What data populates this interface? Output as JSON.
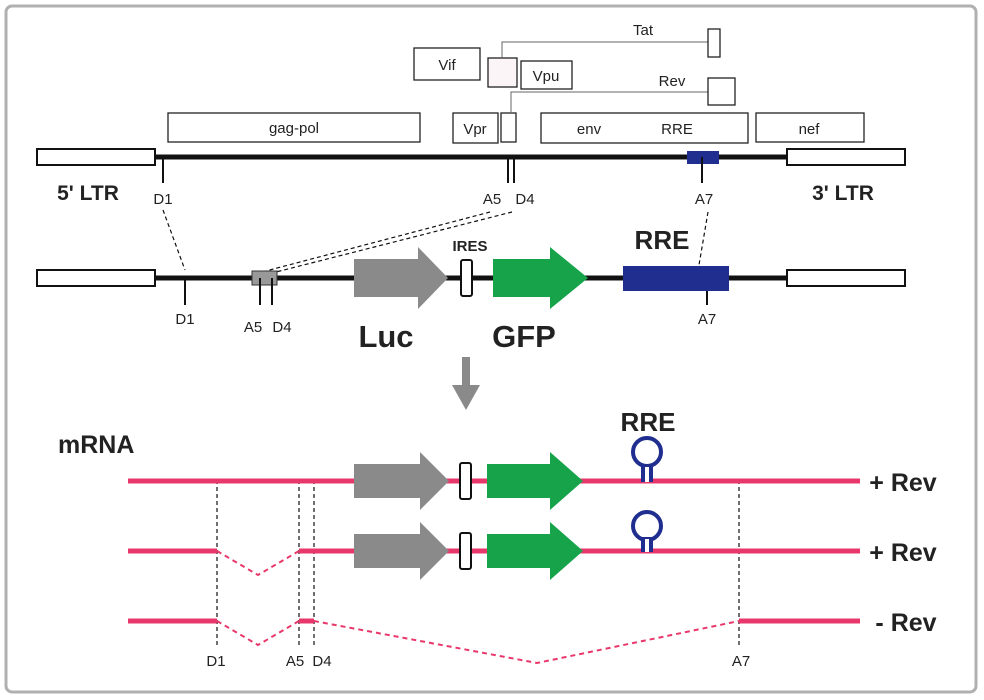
{
  "colors": {
    "mrna_line": "#e8386b",
    "rre_stem_loop": "#1f2e8f",
    "rre_box": "#1f2e8f",
    "luc_arrow": "#8a8a8a",
    "gfp_arrow": "#16a34a",
    "backbone": "#111111",
    "frame": "#b0b0b0"
  },
  "genome": {
    "ltr_left": "5' LTR",
    "ltr_right": "3' LTR",
    "genes": {
      "gag_pol": "gag-pol",
      "vif": "Vif",
      "vpr": "Vpr",
      "vpu": "Vpu",
      "tat": "Tat",
      "rev": "Rev",
      "env": "env",
      "rre": "RRE",
      "nef": "nef"
    },
    "sites": {
      "d1": "D1",
      "a5": "A5",
      "d4": "D4",
      "a7": "A7"
    }
  },
  "construct": {
    "ires": "IRES",
    "rre": "RRE",
    "luc": "Luc",
    "gfp": "GFP",
    "sites": {
      "d1": "D1",
      "a5": "A5",
      "d4": "D4",
      "a7": "A7"
    }
  },
  "mrna": {
    "title": "mRNA",
    "rre": "RRE",
    "rows": [
      "+ Rev",
      "+ Rev",
      "- Rev"
    ],
    "sites": {
      "d1": "D1",
      "a5": "A5",
      "d4": "D4",
      "a7": "A7"
    }
  }
}
